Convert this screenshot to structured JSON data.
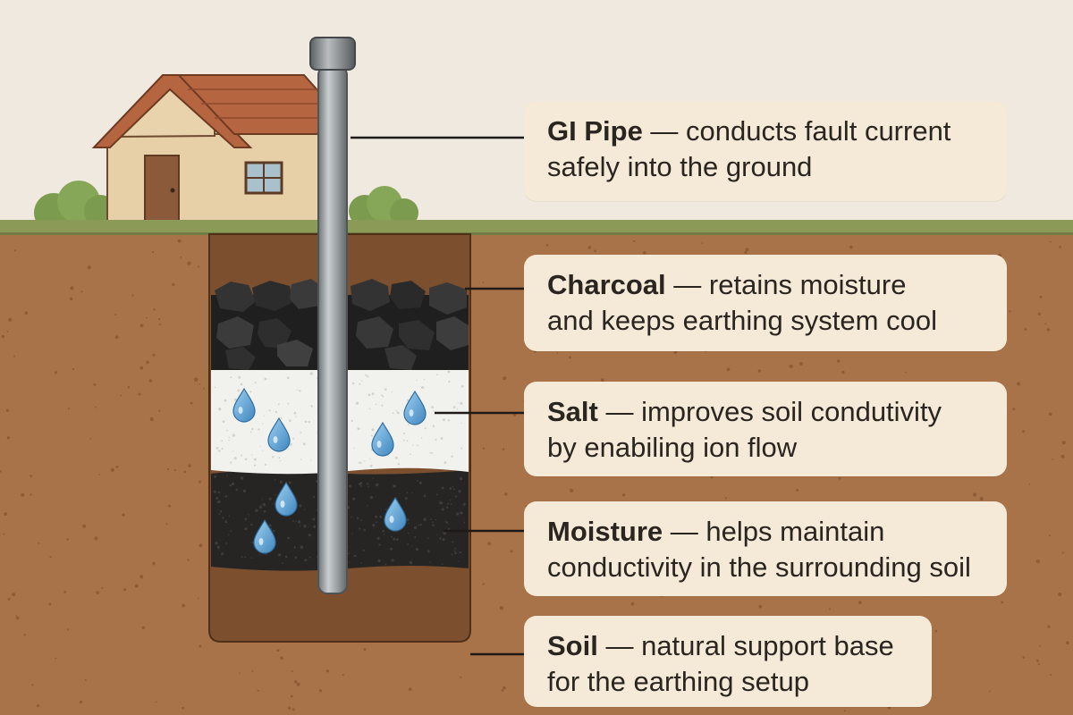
{
  "labels": {
    "gi_pipe": {
      "name": "GI Pipe",
      "sep": " — ",
      "line1": "conducts fault current",
      "line2": "safely into the ground"
    },
    "charcoal": {
      "name": "Charcoal",
      "sep": " — ",
      "line1": "retains moisture",
      "line2": "and keeps earthing system cool"
    },
    "salt": {
      "name": "Salt",
      "sep": " — ",
      "line1": "improves soil condutivity",
      "line2": "by enabiling ion flow"
    },
    "moisture": {
      "name": "Moisture",
      "sep": " — ",
      "line1": "helps maintain",
      "line2": "conductivity in the surrounding soil"
    },
    "soil": {
      "name": "Soil",
      "sep": " — ",
      "line1": "natural support base",
      "line2": "for the earthing setup"
    }
  },
  "icons": [
    "house-icon",
    "bush-icon",
    "water-drop-icon",
    "charcoal-lump-icon"
  ],
  "colors": {
    "sky": "#efe9df",
    "grass": "#8c9a58",
    "soil": "#a87348",
    "pit": "#7c4f2e",
    "charcoal": "#232323",
    "salt": "#f1f1ee",
    "pipe": "#9ea3a6",
    "water": "#5ba3d6",
    "card": "#f5ead8",
    "text": "#2b2520"
  }
}
